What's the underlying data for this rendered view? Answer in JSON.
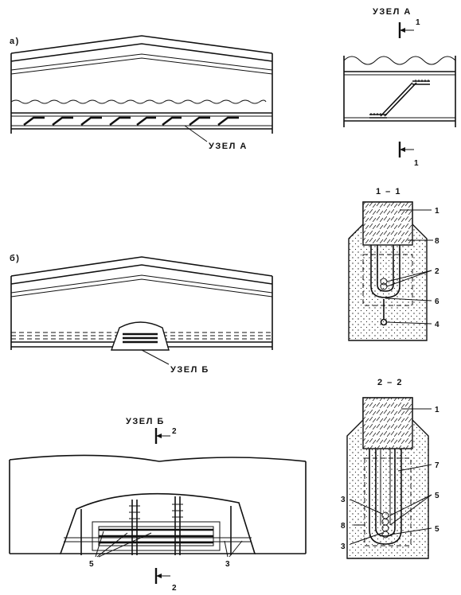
{
  "labels": {
    "part_a": "а)",
    "part_b": "б)",
    "node_a_callout": "УЗЕЛ  А",
    "node_b_callout": "УЗЕЛ  Б",
    "node_a_title": "УЗЕЛ  А",
    "node_b_title": "УЗЕЛ  Б",
    "section_1_title": "1 – 1",
    "section_2_title": "2 – 2",
    "cut_1_top": "1",
    "cut_1_bottom": "1",
    "cut_2_top": "2",
    "cut_2_bottom": "2"
  },
  "callouts_1_1": [
    "1",
    "8",
    "2",
    "6",
    "4"
  ],
  "callouts_2_2": [
    "1",
    "7",
    "3",
    "5",
    "8",
    "3",
    "5"
  ],
  "callouts_node_b": [
    "5",
    "3"
  ]
}
